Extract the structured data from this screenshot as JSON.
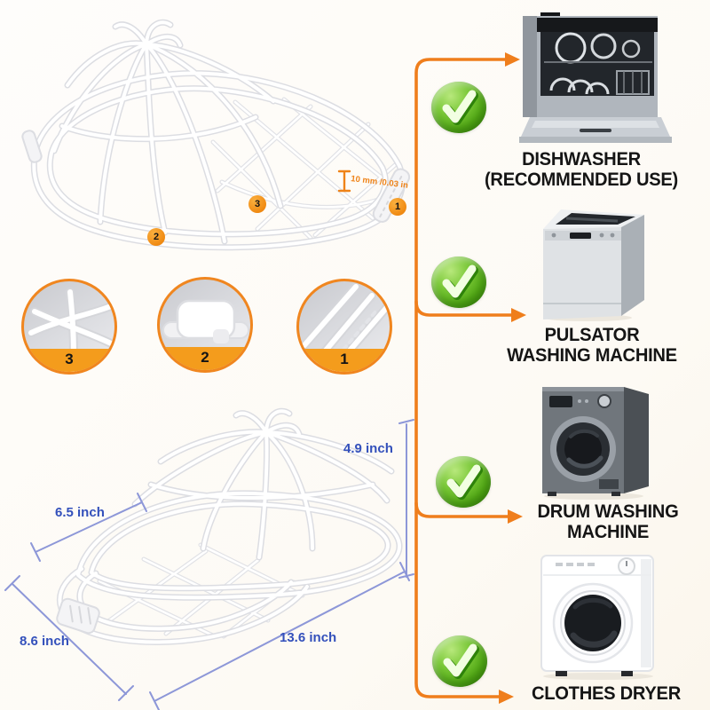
{
  "colors": {
    "accent_orange": "#ef7e1c",
    "dimension_blue": "#3350bb",
    "check_green": "#55ab17",
    "label_black": "#151515"
  },
  "top_frame": {
    "thickness_label": "10 mm /0.03 in",
    "callout_1": "1",
    "callout_2": "2",
    "callout_3": "3"
  },
  "detail_circles": {
    "left_number": "3",
    "middle_number": "2",
    "right_number": "1"
  },
  "bottom_frame": {
    "dim_height": "4.9 inch",
    "dim_crown": "6.5 inch",
    "dim_depth": "8.6 inch",
    "dim_length": "13.6 inch"
  },
  "appliances": {
    "dishwasher": {
      "line1": "DISHWASHER",
      "line2": "(RECOMMENDED USE)"
    },
    "pulsator": {
      "line1": "PULSATOR",
      "line2": "WASHING MACHINE"
    },
    "drum": {
      "line1": "DRUM WASHING",
      "line2": "MACHINE"
    },
    "dryer": {
      "line1": "CLOTHES DRYER"
    }
  }
}
